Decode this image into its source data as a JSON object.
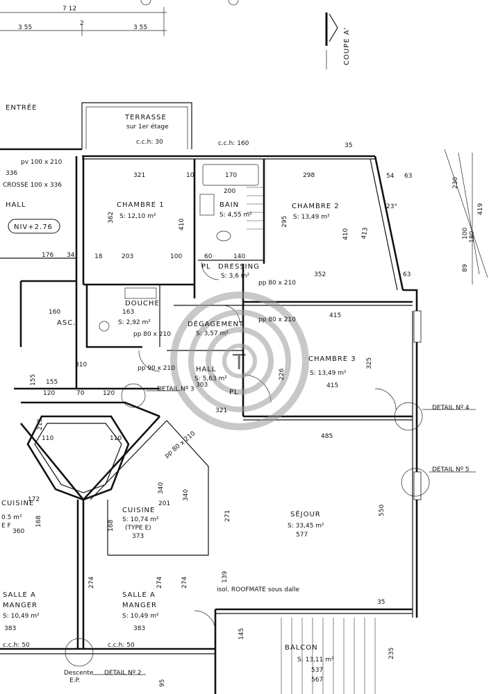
{
  "header": {
    "dims": [
      "7 12",
      "3 55",
      "2",
      "3 55"
    ],
    "coupe": "COUPE A'"
  },
  "rooms": {
    "entree": "ENTRÉE",
    "terrasse": "TERRASSE",
    "terrasse_sub": "sur 1er étage",
    "hall_left": "HALL",
    "niv": "NIV+2.76",
    "chambre1": "CHAMBRE 1",
    "chambre1_area": "S: 12,10 m²",
    "bain": "BAIN",
    "bain_area": "S: 4,55 m²",
    "chambre2": "CHAMBRE 2",
    "chambre2_area": "S: 13,49 m²",
    "pl1": "PL",
    "dressing": "DRESSING",
    "dressing_area": "S: 3,6 m²",
    "douche": "DOUCHE",
    "douche_area": "S: 2,92 m²",
    "asc": "ASC.",
    "degagement": "DÉGAGEMENT",
    "degagement_area": "S: 3,57 m²",
    "chambre3": "CHAMBRE 3",
    "chambre3_area": "S: 13,49 m²",
    "hall": "HALL",
    "hall_area": "S: 5,63 m²",
    "pl2": "PL",
    "cuisine_left": "CUISINE",
    "cuisine_left_area": "0.5 m²",
    "cuisine_left_type": "E F",
    "cuisine": "CUISINE",
    "cuisine_area": "S: 10,74 m²",
    "cuisine_type": "(TYPE E)",
    "sejour": "SÉJOUR",
    "sejour_area": "S: 33,45 m²",
    "salle_left": "SALLE A",
    "salle_left2": "MANGER",
    "salle_left_area": "S: 10,49 m²",
    "salle": "SALLE A",
    "salle2": "MANGER",
    "salle_area": "S: 10,49 m²",
    "balcon": "BALCON",
    "balcon_area": "S: 13,11 m²",
    "descente": "Descente",
    "descente2": "E.P."
  },
  "details": {
    "d2": "DETAIL Nº 2",
    "d3": "DETAIL Nº 3",
    "d4": "DETAIL Nº 4",
    "d5": "DETAIL Nº 5"
  },
  "notes": {
    "isol": "isol. ROOFMATE sous dalle",
    "cch30": "c.c.h: 30",
    "cch160": "c.c.h: 160",
    "cch50": "c.c.h: 50",
    "pv": "pv 100 x 210",
    "pp1": "pp 80 x 210",
    "pp2": "pp 80 x 210",
    "pp3": "pp 80 x 210",
    "pp4": "pp 90 x 210",
    "pp5": "pp 80 x 210",
    "cch_bas": "c.c.h: 50",
    "crosse": "CROSSE 100 x 336",
    "deg": "23°"
  },
  "dims": {
    "d712": "7 12",
    "d336": "336",
    "d321": "321",
    "d10a": "10",
    "d170": "170",
    "d298": "298",
    "d35a": "35",
    "d54": "54",
    "d63": "63",
    "d230": "230",
    "d419": "419",
    "d180": "180",
    "d100a": "100",
    "d89": "89",
    "d200": "200",
    "d362": "362",
    "d410a": "410",
    "d295": "295",
    "d410b": "410",
    "d413": "413",
    "d176": "176",
    "d34a": "34",
    "d18": "18",
    "d203": "203",
    "d100b": "100",
    "d60": "60",
    "d140": "140",
    "d352": "352",
    "d63b": "63",
    "d160": "160",
    "d163": "163",
    "d415a": "415",
    "d325": "325",
    "d415b": "415",
    "d310": "310",
    "d155a": "155",
    "d155b": "155",
    "d303": "303",
    "d226": "226",
    "d120a": "120",
    "d70": "70",
    "d120b": "120",
    "d321b": "321",
    "d485": "485",
    "d215": "215",
    "d110a": "110",
    "d110b": "110",
    "d340a": "340",
    "d340b": "340",
    "d201": "201",
    "d172": "172",
    "d168a": "168",
    "d168b": "168",
    "d271": "271",
    "d550": "550",
    "d577": "577",
    "d360": "360",
    "d373": "373",
    "d274a": "274",
    "d274b": "274",
    "d274c": "274",
    "d139": "139",
    "d383a": "383",
    "d383b": "383",
    "d235": "235",
    "d537": "537",
    "d567": "567",
    "d145": "145",
    "d95": "95",
    "d35b": "35"
  },
  "watermark": "T"
}
